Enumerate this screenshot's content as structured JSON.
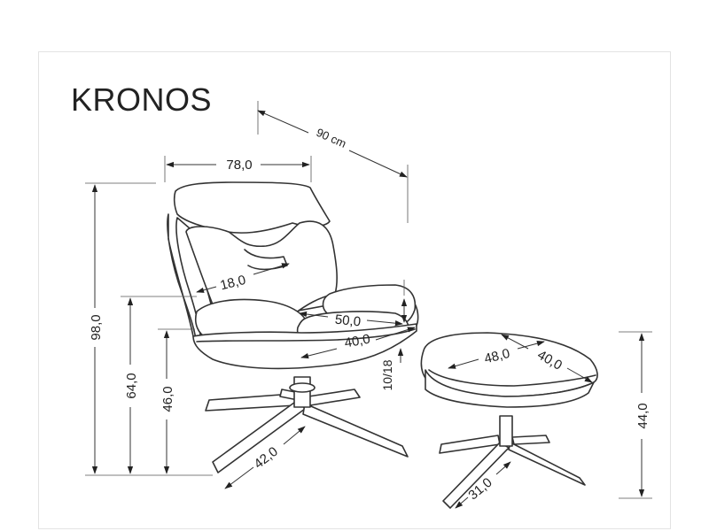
{
  "product": {
    "name": "KRONOS"
  },
  "dimensions": {
    "depth_total": "90 cm",
    "width_chair": "78,0",
    "height_total": "98,0",
    "armrest_height": "64,0",
    "seat_height": "46,0",
    "headrest": "18,0",
    "seat_depth": "50,0",
    "seat_width": "40,0",
    "recline": "10/18",
    "chair_base": "42,0",
    "ottoman_length": "48,0",
    "ottoman_width": "40,0",
    "ottoman_height": "44,0",
    "ottoman_base": "31,0"
  },
  "colors": {
    "line": "#333333",
    "frame": "#e3e3e3",
    "background": "#ffffff"
  }
}
